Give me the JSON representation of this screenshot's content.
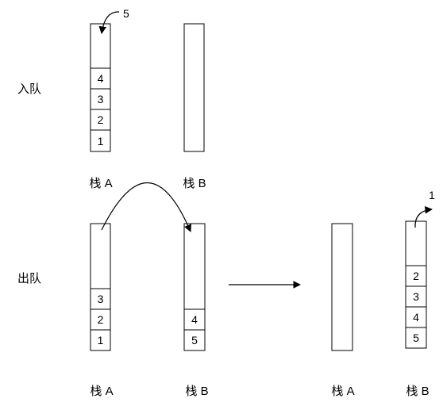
{
  "enqueue": {
    "label": "入队",
    "incoming_label": "5",
    "stack_a": {
      "label": "栈 A",
      "cells": [
        "4",
        "3",
        "2",
        "1"
      ]
    },
    "stack_b": {
      "label": "栈 B",
      "cells": []
    }
  },
  "dequeue": {
    "label": "出队",
    "before": {
      "stack_a": {
        "label": "栈 A",
        "cells": [
          "3",
          "2",
          "1"
        ]
      },
      "stack_b": {
        "label": "栈 B",
        "cells": [
          "4",
          "5"
        ]
      }
    },
    "after": {
      "stack_a": {
        "label": "栈 A",
        "cells": []
      },
      "stack_b": {
        "label": "栈 B",
        "cells": [
          "2",
          "3",
          "4",
          "5"
        ]
      },
      "outgoing_label": "1"
    }
  }
}
